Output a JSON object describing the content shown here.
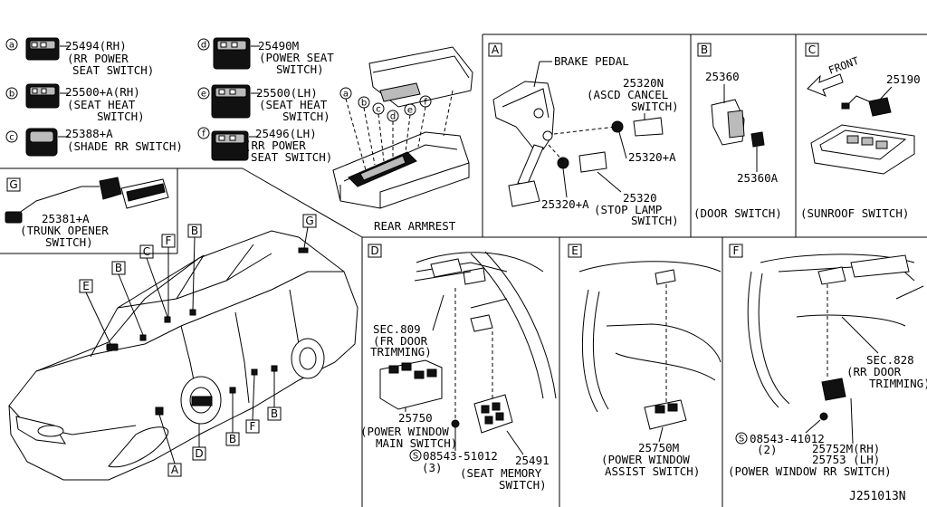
{
  "callouts": {
    "a": {
      "marker": "a",
      "part": "25494(RH)",
      "desc1": "(RR POWER",
      "desc2": "SEAT SWITCH)"
    },
    "b": {
      "marker": "b",
      "part": "25500+A(RH)",
      "desc1": "(SEAT HEAT",
      "desc2": "SWITCH)"
    },
    "c": {
      "marker": "c",
      "part": "25388+A",
      "desc1": "(SHADE RR SWITCH)"
    },
    "d": {
      "marker": "d",
      "part": "25490M",
      "desc1": "(POWER SEAT",
      "desc2": "SWITCH)"
    },
    "e": {
      "marker": "e",
      "part": "25500(LH)",
      "desc1": "(SEAT HEAT",
      "desc2": "SWITCH)"
    },
    "f": {
      "marker": "f",
      "part": "25496(LH)",
      "desc1": "(RR POWER",
      "desc2": "SEAT SWITCH)"
    }
  },
  "armrest": {
    "label": "REAR ARMREST",
    "markers": [
      "a",
      "b",
      "c",
      "d",
      "e",
      "f"
    ]
  },
  "panel_g": {
    "letter": "G",
    "part": "25381+A",
    "desc1": "(TRUNK OPENER",
    "desc2": "SWITCH)"
  },
  "panel_a": {
    "letter": "A",
    "brake": "BRAKE PEDAL",
    "p1": "25320N",
    "p1d1": "(ASCD CANCEL",
    "p1d2": "SWITCH)",
    "p2": "25320+A",
    "p3": "25320+A",
    "p4": "25320",
    "p4d1": "(STOP LAMP",
    "p4d2": "SWITCH)"
  },
  "panel_b": {
    "letter": "B",
    "p1": "25360",
    "p2": "25360A",
    "desc": "(DOOR SWITCH)"
  },
  "panel_c": {
    "letter": "C",
    "front": "FRONT",
    "p1": "25190",
    "desc": "(SUNROOF SWITCH)"
  },
  "panel_d": {
    "letter": "D",
    "sec1": "SEC.809",
    "sec2": "(FR DOOR",
    "sec3": "TRIMMING)",
    "p1": "25750",
    "p1d1": "(POWER WINDOW",
    "p1d2": "MAIN SWITCH)",
    "screw_marker": "S",
    "screw": "08543-51012",
    "screw_qty": "(3)",
    "p2": "25491",
    "p2d1": "(SEAT MEMORY",
    "p2d2": "SWITCH)"
  },
  "panel_e": {
    "letter": "E",
    "p1": "25750M",
    "p1d1": "(POWER WINDOW",
    "p1d2": "ASSIST SWITCH)"
  },
  "panel_f": {
    "letter": "F",
    "sec1": "SEC.828",
    "sec2": "(RR DOOR",
    "sec3": "TRIMMING)",
    "screw_marker": "S",
    "screw": "08543-41012",
    "screw_qty": "(2)",
    "p1": "25752M(RH)",
    "p2": "25753  (LH)",
    "desc": "(POWER WINDOW RR SWITCH)"
  },
  "car_markers": {
    "e": "E",
    "b1": "B",
    "c": "C",
    "f1": "F",
    "b2": "B",
    "g": "G",
    "d": "D",
    "a": "A",
    "b3": "B",
    "f2": "F",
    "b4": "B"
  },
  "footer": {
    "code": "J251013N"
  }
}
